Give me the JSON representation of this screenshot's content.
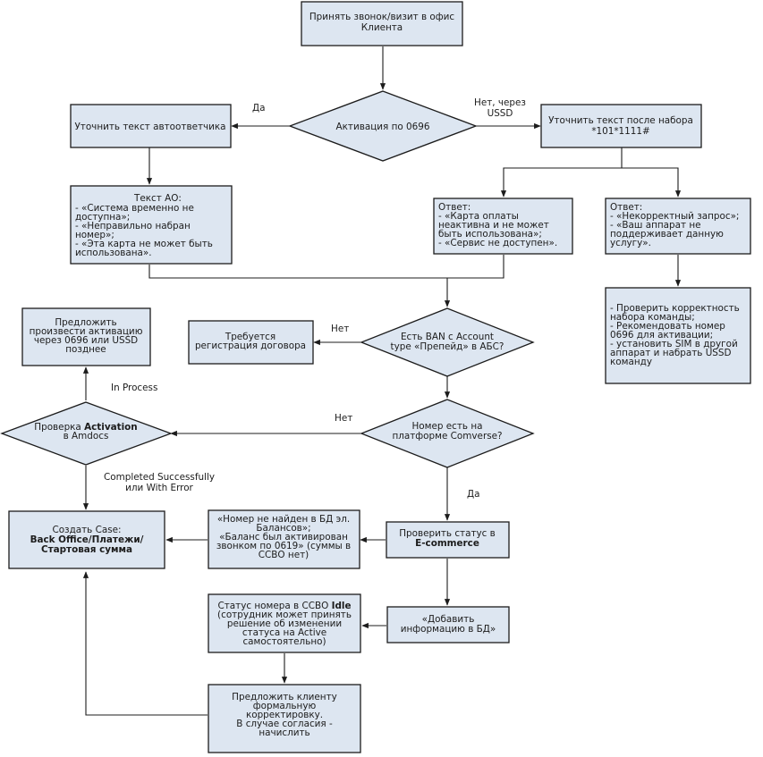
{
  "nodes": {
    "start": {
      "lines": [
        "Принять звонок/визит в офис",
        "Клиента"
      ]
    },
    "d_activation": {
      "lines": [
        "Активация по 0696"
      ]
    },
    "clarify_ao": {
      "lines": [
        "Уточнить текст автоответчика"
      ]
    },
    "clarify_ussd": {
      "lines": [
        "Уточнить текст после набора",
        "*101*1111#"
      ]
    },
    "ao_text": {
      "lines": [
        "Текст АО:",
        "- «Система временно не",
        "доступна»;",
        "- «Неправильно набран",
        "номер»;",
        "- «Эта карта не может быть",
        "использована»."
      ]
    },
    "ans1": {
      "lines": [
        "Ответ:",
        "- «Карта оплаты",
        "неактивна и не может",
        "быть использована»;",
        "- «Сервис не доступен»."
      ]
    },
    "ans2": {
      "lines": [
        "Ответ:",
        "- «Некорректный запрос»;",
        "- «Ваш аппарат не",
        "поддерживает данную",
        "услугу»."
      ]
    },
    "check_cmd": {
      "lines": [
        "- Проверить корректность",
        "набора команды;",
        "- Рекомендовать номер",
        "0696 для активации;",
        "- установить SIM в другой",
        "аппарат и набрать USSD",
        "команду"
      ]
    },
    "d_ban": {
      "lines": [
        "Есть BAN с Account",
        "type «Препейд» в АБС?"
      ]
    },
    "reg": {
      "lines": [
        "Требуется",
        "регистрация договора"
      ]
    },
    "offer": {
      "lines": [
        "Предложить",
        "произвести активацию",
        "через 0696 или USSD",
        "позднее"
      ]
    },
    "d_amdocs": {
      "line1_prefix": "Проверка ",
      "line1_bold": "Activation",
      "line2": "в Amdocs"
    },
    "d_comverse": {
      "lines": [
        "Номер есть на",
        "платформе Comverse?"
      ]
    },
    "case": {
      "line1": "Создать Case:",
      "bold_lines": [
        "Back Office/Платежи/",
        "Стартовая сумма"
      ]
    },
    "notfound": {
      "lines": [
        "«Номер не найден в БД эл.",
        "Балансов»;",
        "«Баланс был активирован",
        "звонком по 0619» (суммы в",
        "ССВО нет)"
      ]
    },
    "ecom": {
      "line1": "Проверить статус в",
      "line2_bold": "E-commerce"
    },
    "idle": {
      "line1_prefix": "Статус номера в ССВО ",
      "line1_bold": "Idle",
      "lines": [
        "(сотрудник может принять",
        "решение об изменении",
        "статуса на Active",
        "самостоятельно)"
      ]
    },
    "addinfo": {
      "lines": [
        "«Добавить",
        "информацию в БД»"
      ]
    },
    "correct": {
      "lines": [
        "Предложить клиенту",
        "формальную",
        "корректировку.",
        "В случае согласия  -",
        "начислить"
      ]
    }
  },
  "edge_labels": {
    "da1": "Да",
    "net_ussd": [
      "Нет, через",
      "USSD"
    ],
    "net1": "Нет",
    "net2": "Нет",
    "in_process": "In Process",
    "completed": [
      "Completed Successfully",
      "или With Error"
    ],
    "da2": "Да"
  }
}
